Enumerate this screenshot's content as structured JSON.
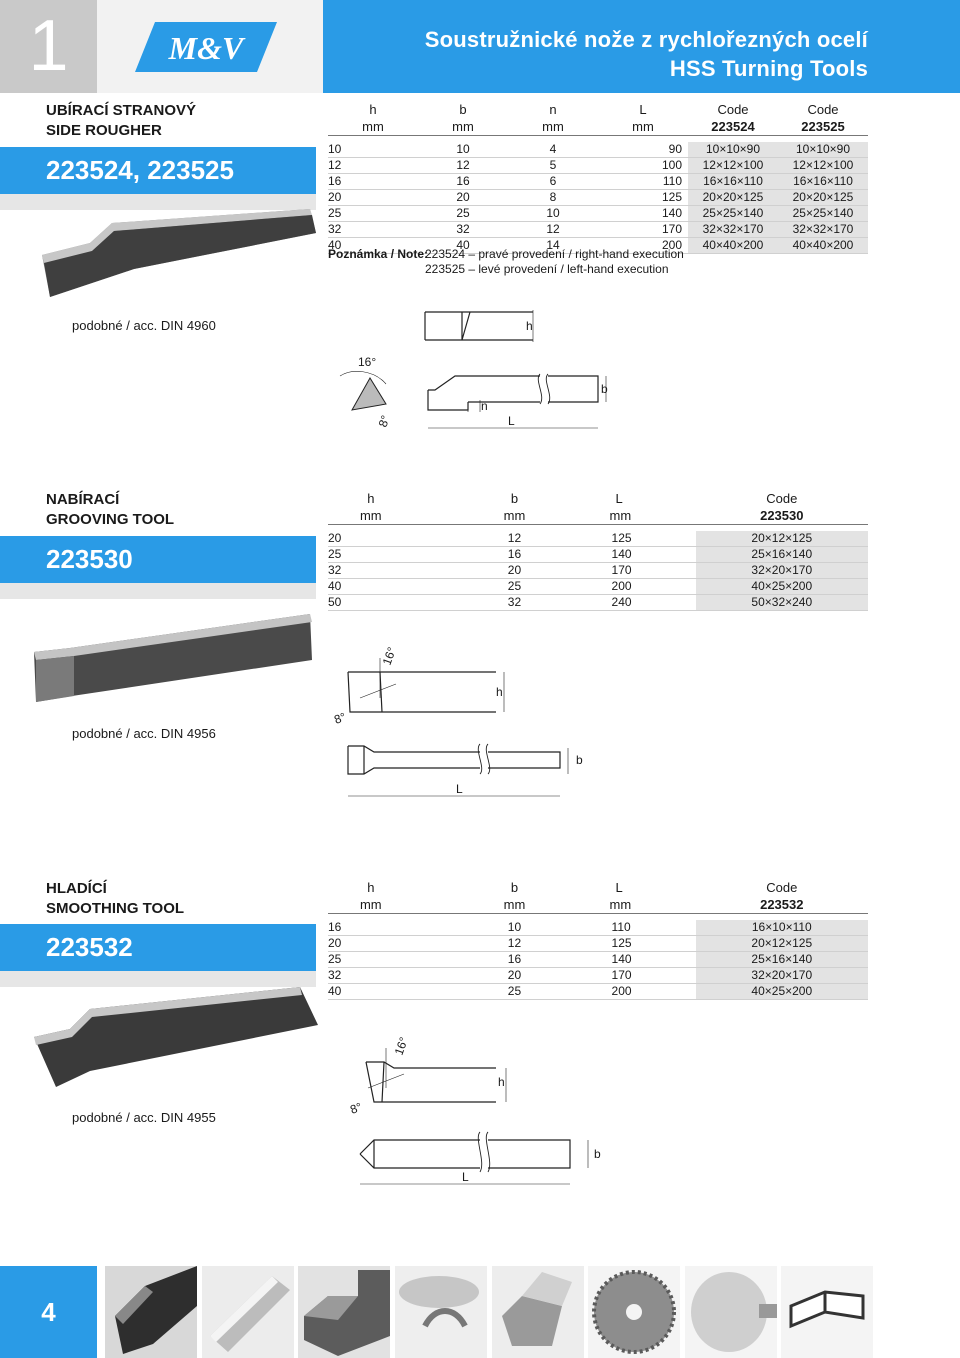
{
  "header": {
    "chapter": "1",
    "logo": "M&V",
    "title_cz": "Soustružnické nože z rychlořezných ocelí",
    "title_en": "HSS Turning Tools"
  },
  "sections": [
    {
      "name_cz": "UBÍRACÍ STRANOVÝ",
      "name_en": "SIDE ROUGHER",
      "codes": "223524, 223525",
      "columns": [
        {
          "label": "h",
          "unit": "mm"
        },
        {
          "label": "b",
          "unit": "mm"
        },
        {
          "label": "n",
          "unit": "mm"
        },
        {
          "label": "L",
          "unit": "mm"
        },
        {
          "label": "Code",
          "unit": "223524"
        },
        {
          "label": "Code",
          "unit": "223525"
        }
      ],
      "rows": [
        [
          "10",
          "10",
          "4",
          "90",
          "10×10×90",
          "10×10×90"
        ],
        [
          "12",
          "12",
          "5",
          "100",
          "12×12×100",
          "12×12×100"
        ],
        [
          "16",
          "16",
          "6",
          "110",
          "16×16×110",
          "16×16×110"
        ],
        [
          "20",
          "20",
          "8",
          "125",
          "20×20×125",
          "20×20×125"
        ],
        [
          "25",
          "25",
          "10",
          "140",
          "25×25×140",
          "25×25×140"
        ],
        [
          "32",
          "32",
          "12",
          "170",
          "32×32×170",
          "32×32×170"
        ],
        [
          "40",
          "40",
          "14",
          "200",
          "40×40×200",
          "40×40×200"
        ]
      ],
      "note_label": "Poznámka / Note:",
      "note_line1": "223524 – pravé provedení / right-hand execution",
      "note_line2": "223525 – levé provedení / left-hand execution",
      "acc": "podobné / acc.  DIN 4960",
      "diagram_labels": {
        "h": "h",
        "b": "b",
        "n": "n",
        "L": "L",
        "angle1": "16°",
        "angle2": "8°"
      }
    },
    {
      "name_cz": "NABÍRACÍ",
      "name_en": "GROOVING TOOL",
      "codes": "223530",
      "columns": [
        {
          "label": "h",
          "unit": "mm"
        },
        {
          "label": "b",
          "unit": "mm"
        },
        {
          "label": "L",
          "unit": "mm"
        },
        {
          "label": "Code",
          "unit": "223530"
        }
      ],
      "rows": [
        [
          "20",
          "12",
          "125",
          "20×12×125"
        ],
        [
          "25",
          "16",
          "140",
          "25×16×140"
        ],
        [
          "32",
          "20",
          "170",
          "32×20×170"
        ],
        [
          "40",
          "25",
          "200",
          "40×25×200"
        ],
        [
          "50",
          "32",
          "240",
          "50×32×240"
        ]
      ],
      "acc": "podobné / acc.  DIN 4956",
      "diagram_labels": {
        "h": "h",
        "b": "b",
        "L": "L",
        "angle1": "16°",
        "angle2": "8°"
      }
    },
    {
      "name_cz": "HLADÍCÍ",
      "name_en": "SMOOTHING TOOL",
      "codes": "223532",
      "columns": [
        {
          "label": "h",
          "unit": "mm"
        },
        {
          "label": "b",
          "unit": "mm"
        },
        {
          "label": "L",
          "unit": "mm"
        },
        {
          "label": "Code",
          "unit": "223532"
        }
      ],
      "rows": [
        [
          "16",
          "10",
          "110",
          "16×10×110"
        ],
        [
          "20",
          "12",
          "125",
          "20×12×125"
        ],
        [
          "25",
          "16",
          "140",
          "25×16×140"
        ],
        [
          "32",
          "20",
          "170",
          "32×20×170"
        ],
        [
          "40",
          "25",
          "200",
          "40×25×200"
        ]
      ],
      "acc": "podobné / acc.  DIN 4955",
      "diagram_labels": {
        "h": "h",
        "b": "b",
        "L": "L",
        "angle1": "16°",
        "angle2": "8°"
      }
    }
  ],
  "footer": {
    "page": "4",
    "thumbnails": [
      "turning-tool-icon",
      "drill-bit-icon",
      "milling-cutter-icon",
      "countersink-icon",
      "reamer-icon",
      "saw-blade-icon",
      "grinding-wheel-icon",
      "book-icon"
    ]
  },
  "colors": {
    "accent": "#2a9be6",
    "gray": "#c9c9c9",
    "shade": "#e3e3e3"
  }
}
